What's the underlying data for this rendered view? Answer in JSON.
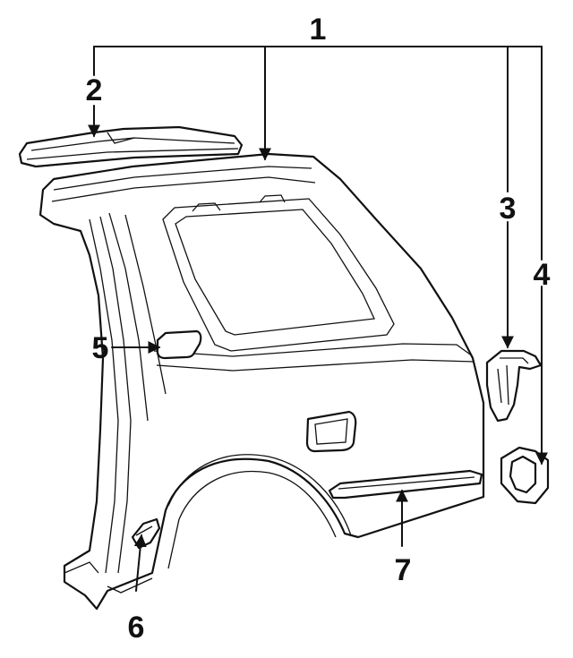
{
  "diagram": {
    "callouts": [
      {
        "id": "1",
        "label": "1"
      },
      {
        "id": "2",
        "label": "2"
      },
      {
        "id": "3",
        "label": "3"
      },
      {
        "id": "4",
        "label": "4"
      },
      {
        "id": "5",
        "label": "5"
      },
      {
        "id": "6",
        "label": "6"
      },
      {
        "id": "7",
        "label": "7"
      }
    ],
    "line_color": "#111111",
    "background": "#ffffff"
  }
}
